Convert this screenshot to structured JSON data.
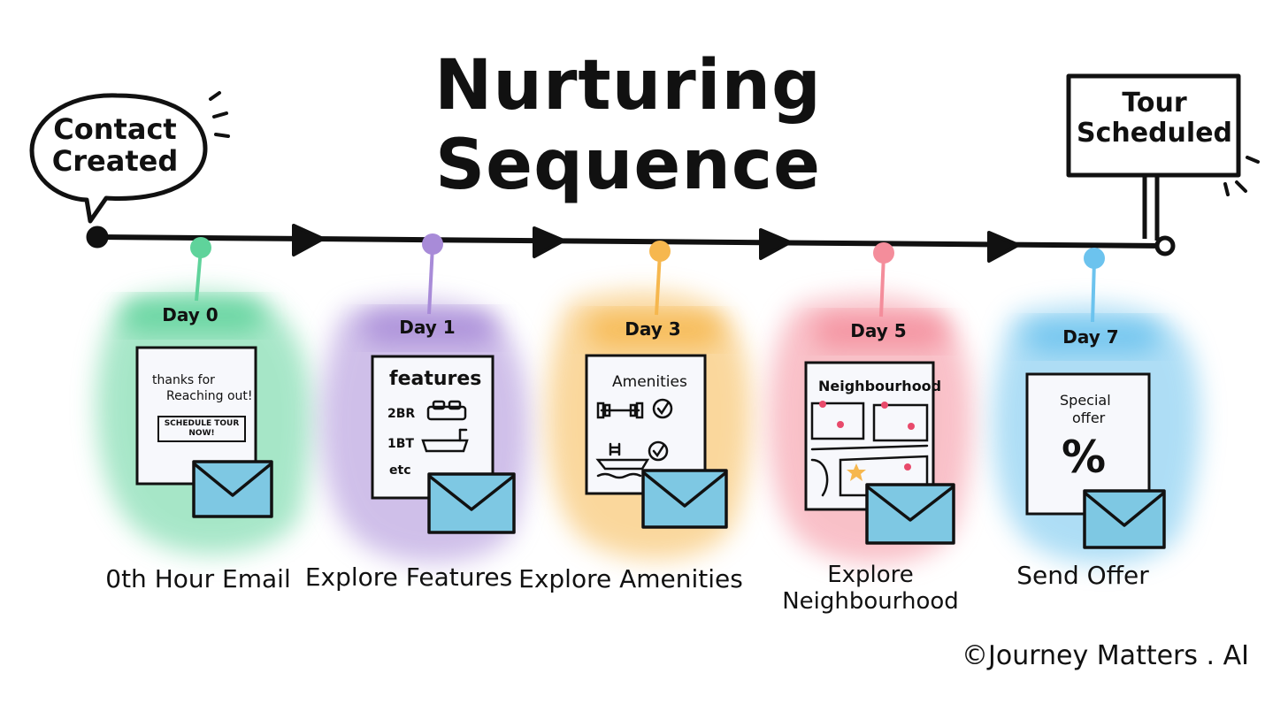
{
  "title": "Nurturing Sequence",
  "start": {
    "line1": "Contact",
    "line2": "Created"
  },
  "end": {
    "line1": "Tour",
    "line2": "Scheduled"
  },
  "steps": [
    {
      "day": "Day 0",
      "label": "0th Hour Email",
      "color": "#5fd39b",
      "card": {
        "line1": "thanks for",
        "line2": "Reaching out!",
        "badge1": "SCHEDULE TOUR",
        "badge2": "NOW!"
      }
    },
    {
      "day": "Day 1",
      "label": "Explore Features",
      "color": "#a88bd8",
      "card": {
        "heading": "features",
        "row1": "2BR",
        "row2": "1BT",
        "row3": "etc"
      }
    },
    {
      "day": "Day 3",
      "label": "Explore Amenities",
      "color": "#f6b74e",
      "card": {
        "heading": "Amenities"
      }
    },
    {
      "day": "Day 5",
      "label": "Explore Neighbourhood",
      "color": "#f48d9b",
      "card": {
        "heading": "Neighbourhood"
      }
    },
    {
      "day": "Day 7",
      "label": "Send Offer",
      "color": "#6cc3ee",
      "card": {
        "line1": "Special",
        "line2": "offer",
        "symbol": "%"
      }
    }
  ],
  "copyright": "©Journey Matters . AI",
  "colors": {
    "envelope": "#7ec8e3",
    "ink": "#111111"
  }
}
